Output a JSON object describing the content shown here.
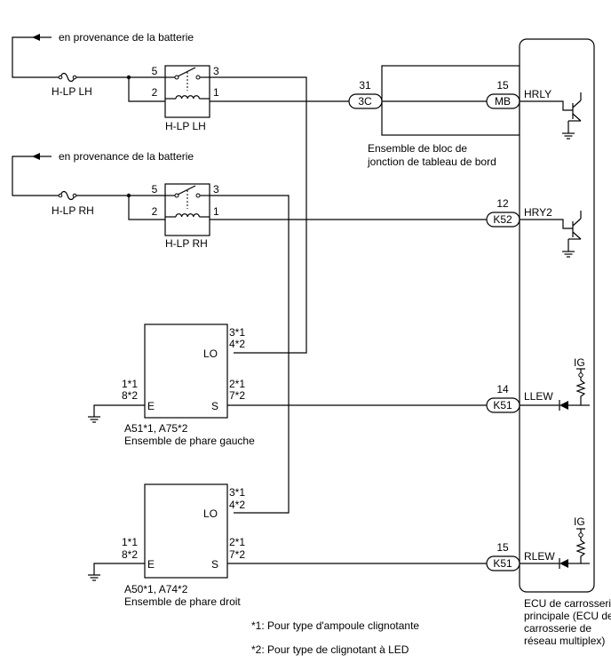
{
  "sources": {
    "top": "en provenance de la batterie",
    "bottom": "en provenance de la batterie"
  },
  "fuses": {
    "lh": "H-LP LH",
    "rh": "H-LP RH"
  },
  "relays": {
    "lh": {
      "name": "H-LP LH",
      "pins": [
        "5",
        "3",
        "2",
        "1"
      ]
    },
    "rh": {
      "name": "H-LP RH",
      "pins": [
        "5",
        "3",
        "2",
        "1"
      ]
    }
  },
  "junction": {
    "label_line1": "Ensemble de bloc de",
    "label_line2": "jonction de tableau de bord",
    "conn_left": "3C",
    "pin_left": "31",
    "conn_right": "MB",
    "pin_right": "15"
  },
  "ecu": {
    "signals": {
      "hrly": "HRLY",
      "hry2": "HRY2",
      "llew": "LLEW",
      "rlew": "RLEW"
    },
    "connectors": {
      "hry2": {
        "pin": "12",
        "conn": "K52"
      },
      "llew": {
        "pin": "14",
        "conn": "K51"
      },
      "rlew": {
        "pin": "15",
        "conn": "K51"
      }
    },
    "ig1": "IG",
    "ig2": "IG",
    "label_lines": [
      "ECU de carrosserie",
      "principale (ECU de",
      "carrosserie de",
      "réseau multiplex)"
    ]
  },
  "headlights": {
    "left": {
      "id": "A51*1, A75*2",
      "name": "Ensemble de phare gauche",
      "lo": "LO",
      "e": "E",
      "s": "S",
      "pins_lo": [
        "3*1",
        "4*2"
      ],
      "pins_e": [
        "1*1",
        "8*2"
      ],
      "pins_s": [
        "2*1",
        "7*2"
      ]
    },
    "right": {
      "id": "A50*1, A74*2",
      "name": "Ensemble de phare droit",
      "lo": "LO",
      "e": "E",
      "s": "S",
      "pins_lo": [
        "3*1",
        "4*2"
      ],
      "pins_e": [
        "1*1",
        "8*2"
      ],
      "pins_s": [
        "2*1",
        "7*2"
      ]
    }
  },
  "notes": {
    "note1": "*1: Pour type d'ampoule clignotante",
    "note2": "*2: Pour type de clignotant à LED"
  }
}
